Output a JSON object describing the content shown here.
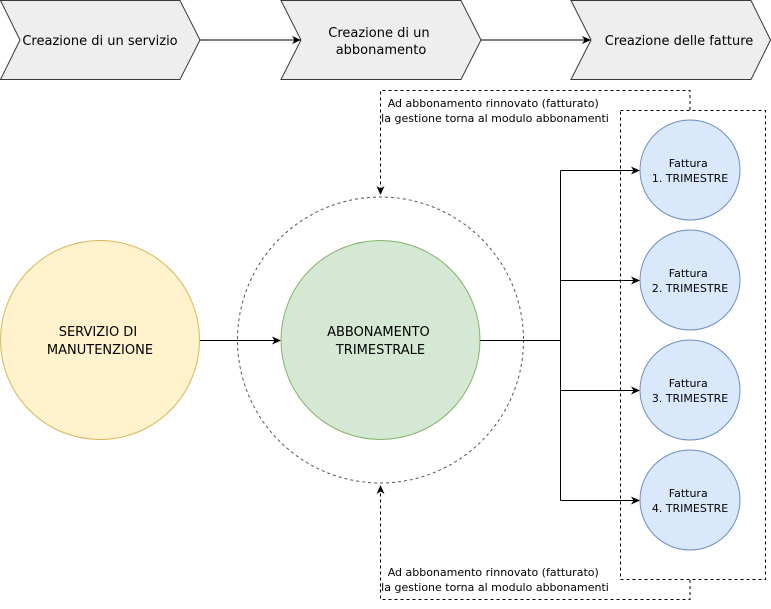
{
  "diagram": {
    "steps": [
      {
        "lines": [
          "Creazione di un servizio"
        ]
      },
      {
        "lines": [
          "Creazione di un",
          "abbonamento"
        ]
      },
      {
        "lines": [
          "Creazione delle fatture"
        ]
      }
    ],
    "nodes": {
      "service": {
        "lines": [
          "SERVIZIO DI",
          "MANUTENZIONE"
        ],
        "fill": "#fff2cc",
        "stroke": "#d6b656"
      },
      "subscription": {
        "lines": [
          "ABBONAMENTO",
          "TRIMESTRALE"
        ],
        "fill": "#d5e8d4",
        "stroke": "#82b366"
      }
    },
    "invoices": [
      {
        "lines": [
          "Fattura",
          "1. TRIMESTRE"
        ]
      },
      {
        "lines": [
          "Fattura",
          "2. TRIMESTRE"
        ]
      },
      {
        "lines": [
          "Fattura",
          "3. TRIMESTRE"
        ]
      },
      {
        "lines": [
          "Fattura",
          "4. TRIMESTRE"
        ]
      }
    ],
    "invoice_style": {
      "fill": "#dae8fc",
      "stroke": "#6c8ebf"
    },
    "notes": {
      "top": [
        "Ad abbonamento rinnovato (fatturato)",
        "la gestione torna al modulo abbonamenti"
      ],
      "bottom": [
        "Ad abbonamento rinnovato (fatturato)",
        "la gestione torna al modulo abbonamenti"
      ]
    },
    "colors": {
      "step_fill": "#eeeeee",
      "step_stroke": "#36393d",
      "line": "#000000",
      "dashed_ring": "#555555"
    }
  }
}
